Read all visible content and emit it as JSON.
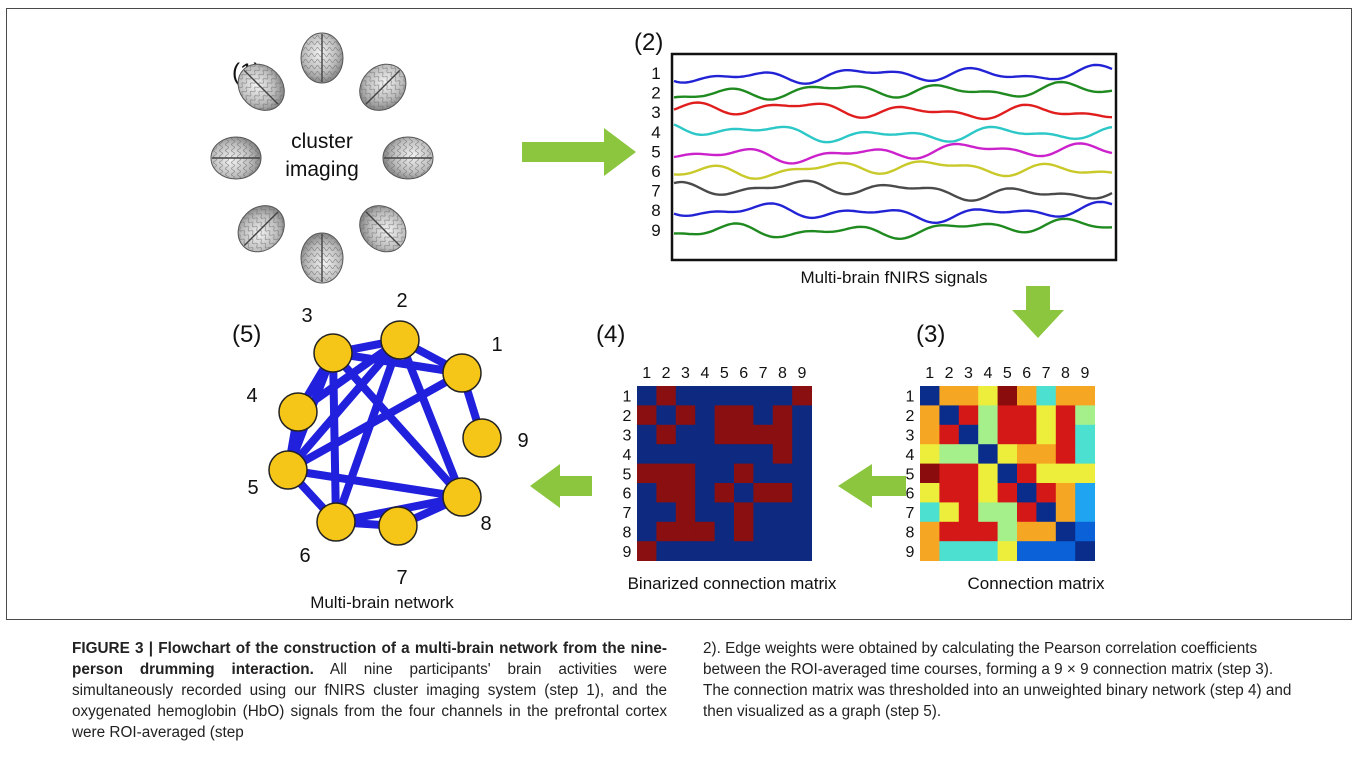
{
  "panels": {
    "p1": {
      "tag": "(1)",
      "center_text_line1": "cluster",
      "center_text_line2": "imaging"
    },
    "p2": {
      "tag": "(2)",
      "caption": "Multi-brain fNIRS signals",
      "channel_labels": [
        "1",
        "2",
        "3",
        "4",
        "5",
        "6",
        "7",
        "8",
        "9"
      ],
      "channel_colors": [
        "#2323d6",
        "#1f8a1f",
        "#e01e1e",
        "#2cc7c7",
        "#cc22cc",
        "#c9c92a",
        "#4a4a4a",
        "#2323d6",
        "#1f8a1f"
      ]
    },
    "p3": {
      "tag": "(3)",
      "caption": "Connection matrix",
      "labels": [
        "1",
        "2",
        "3",
        "4",
        "5",
        "6",
        "7",
        "8",
        "9"
      ]
    },
    "p4": {
      "tag": "(4)",
      "caption": "Binarized  connection matrix",
      "labels": [
        "1",
        "2",
        "3",
        "4",
        "5",
        "6",
        "7",
        "8",
        "9"
      ]
    },
    "p5": {
      "tag": "(5)",
      "caption": "Multi-brain network",
      "node_labels": [
        "1",
        "2",
        "3",
        "4",
        "5",
        "6",
        "7",
        "8",
        "9"
      ]
    }
  },
  "matrices": {
    "palette": [
      "#0a2d8c",
      "#0b61d8",
      "#1ea4f0",
      "#4ce0d0",
      "#a6f08c",
      "#eded3c",
      "#f5a623",
      "#f53a1f",
      "#d41818",
      "#8b0c0c"
    ],
    "connection": [
      [
        0,
        6,
        6,
        5,
        9,
        6,
        3,
        6,
        6
      ],
      [
        6,
        0,
        8,
        4,
        8,
        8,
        5,
        8,
        4
      ],
      [
        6,
        8,
        0,
        4,
        8,
        8,
        5,
        8,
        3
      ],
      [
        5,
        4,
        4,
        0,
        5,
        6,
        6,
        8,
        3
      ],
      [
        9,
        8,
        8,
        5,
        0,
        8,
        5,
        5,
        5
      ],
      [
        5,
        8,
        8,
        5,
        8,
        0,
        8,
        6,
        2
      ],
      [
        3,
        5,
        8,
        4,
        4,
        8,
        0,
        6,
        2
      ],
      [
        6,
        8,
        8,
        8,
        4,
        6,
        6,
        0,
        1
      ],
      [
        6,
        3,
        3,
        3,
        5,
        1,
        1,
        1,
        0
      ]
    ],
    "binary_colors": {
      "zero": "#0d2a80",
      "one": "#8a0f10"
    },
    "binarized": [
      [
        0,
        1,
        0,
        0,
        0,
        0,
        0,
        0,
        1
      ],
      [
        1,
        0,
        1,
        0,
        1,
        1,
        0,
        1,
        0
      ],
      [
        0,
        1,
        0,
        0,
        1,
        1,
        1,
        1,
        0
      ],
      [
        0,
        0,
        0,
        0,
        0,
        0,
        0,
        1,
        0
      ],
      [
        1,
        1,
        1,
        0,
        0,
        1,
        0,
        0,
        0
      ],
      [
        0,
        1,
        1,
        0,
        1,
        0,
        1,
        1,
        0
      ],
      [
        0,
        0,
        1,
        0,
        0,
        1,
        0,
        0,
        0
      ],
      [
        0,
        1,
        1,
        1,
        0,
        1,
        0,
        0,
        0
      ],
      [
        1,
        0,
        0,
        0,
        0,
        0,
        0,
        0,
        0
      ]
    ]
  },
  "network": {
    "edges": [
      [
        1,
        9
      ],
      [
        2,
        3
      ],
      [
        2,
        1
      ],
      [
        2,
        4
      ],
      [
        2,
        5
      ],
      [
        2,
        6
      ],
      [
        2,
        8
      ],
      [
        3,
        1
      ],
      [
        3,
        4
      ],
      [
        3,
        5
      ],
      [
        3,
        6
      ],
      [
        3,
        8
      ],
      [
        4,
        5
      ],
      [
        5,
        6
      ],
      [
        5,
        8
      ],
      [
        5,
        1
      ],
      [
        6,
        8
      ],
      [
        6,
        7
      ],
      [
        7,
        8
      ]
    ],
    "node_color": "#f5c518",
    "edge_color": "#2020dd"
  },
  "caption": {
    "title": "FIGURE 3 | Flowchart of the construction of a multi-brain network from the nine-person drumming interaction.",
    "left_text": " All nine participants' brain activities were simultaneously recorded using our fNIRS cluster imaging system (step 1), and the oxygenated hemoglobin (HbO) signals from the four channels in the prefrontal cortex were ROI-averaged (step",
    "right_text": "2). Edge weights were obtained by calculating the Pearson correlation coefficients between the ROI-averaged time courses, forming a 9 × 9 connection matrix (step 3). The connection matrix was thresholded into an unweighted binary network (step 4) and then visualized as a graph (step 5)."
  },
  "colors": {
    "arrow": "#8cc63f",
    "frame": "#4a4a4a"
  }
}
